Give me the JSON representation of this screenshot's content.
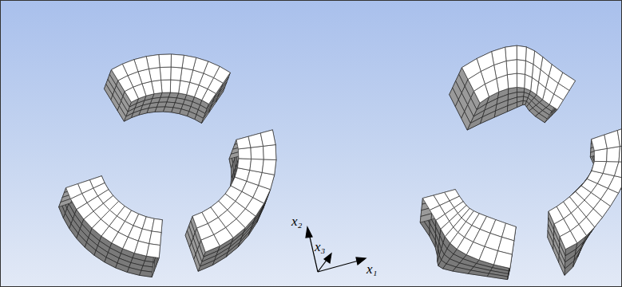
{
  "diagram": {
    "labels": [
      "x₂",
      "x₃",
      "x₁"
    ]
  }
}
